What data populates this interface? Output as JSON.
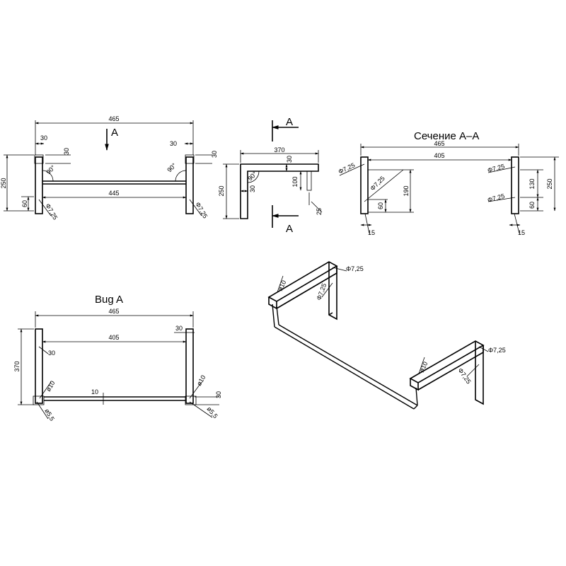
{
  "colors": {
    "ink": "#000000",
    "paper": "#ffffff"
  },
  "front_view": {
    "dim_465": "465",
    "dim_445": "445",
    "dim_30_left": "30",
    "dim_30_right": "30",
    "dim_30_side_left": "30",
    "dim_30_side_right": "30",
    "dim_250": "250",
    "dim_60": "60",
    "hole_left": "Φ7,25",
    "hole_right": "Φ7,25",
    "angle_left": "90°",
    "angle_right": "90°",
    "view_arrow": "A"
  },
  "side_view": {
    "dim_370": "370",
    "dim_30_top": "30",
    "dim_30_inner": "30",
    "dim_100": "100",
    "dim_250": "250",
    "dim_25": "25",
    "angle": "90°",
    "cut_top": "A",
    "cut_bottom": "A"
  },
  "section_view": {
    "title": "Сечение А–А",
    "dim_465": "465",
    "dim_405": "405",
    "dim_190": "190",
    "dim_60_left": "60",
    "dim_60_right": "60",
    "dim_130": "130",
    "dim_250": "250",
    "dim_15_left": "15",
    "dim_15_right": "15",
    "hole_tl": "Φ7,25",
    "hole_ml": "Φ7,25",
    "hole_tr": "Φ7,25",
    "hole_mr": "Φ7,25"
  },
  "top_view": {
    "title": "Bug A",
    "dim_465": "465",
    "dim_405": "405",
    "dim_30_top": "30",
    "dim_30_mid": "30",
    "dim_30_right": "30",
    "dim_370": "370",
    "dim_10_left": "ø10",
    "dim_10_right": "ø10",
    "dim_10_bar": "10",
    "dim_55_left": "ø5,5",
    "dim_55_right": "ø5,5"
  },
  "iso_view": {
    "hole_left_top": "Φ7,25",
    "hole_left_mid": "Φ7,25",
    "bar_left": "ø10",
    "hole_right_top": "Φ7,25",
    "hole_right_mid": "Φ7,25",
    "bar_right": "ø10"
  }
}
